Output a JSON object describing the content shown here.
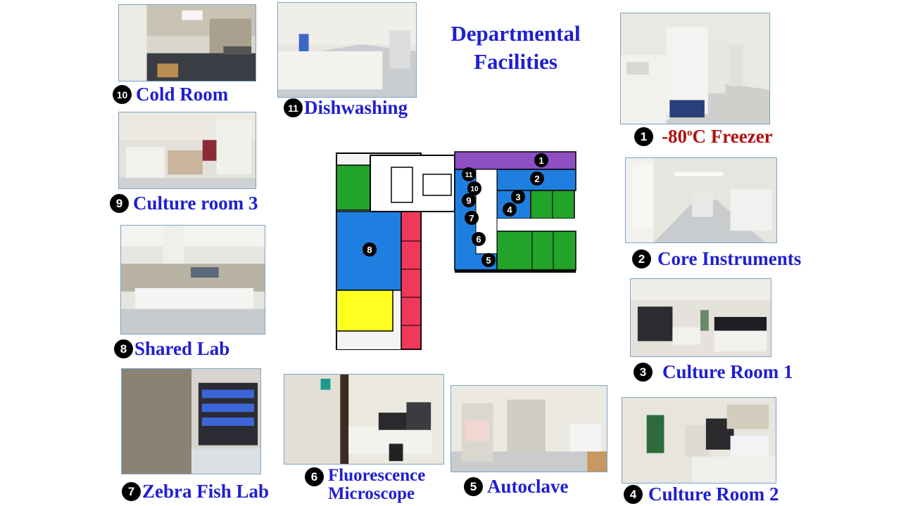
{
  "title": {
    "line1": "Departmental",
    "line2": "Facilities"
  },
  "facilities": [
    {
      "number": "1",
      "label": "-80",
      "sup": "o",
      "label_suffix": "C Freezer"
    },
    {
      "number": "2",
      "label": "Core Instruments"
    },
    {
      "number": "3",
      "label": "Culture Room 1"
    },
    {
      "number": "4",
      "label": "Culture Room 2"
    },
    {
      "number": "5",
      "label": "Autoclave"
    },
    {
      "number": "6",
      "label_line1": "Fluorescence",
      "label_line2": "Microscope"
    },
    {
      "number": "7",
      "label": "Zebra Fish Lab"
    },
    {
      "number": "8",
      "label": "Shared Lab"
    },
    {
      "number": "9",
      "label": "Culture room 3"
    },
    {
      "number": "10",
      "label": "Cold Room"
    },
    {
      "number": "11",
      "label": "Dishwashing"
    }
  ],
  "colors": {
    "title": "#1f1fd1",
    "label": "#1f1fd1",
    "freezer_label": "#b01010",
    "map_purple": "#8e4fc3",
    "map_blue": "#1f7fe0",
    "map_green": "#22a32a",
    "map_red": "#f0395a",
    "map_yellow": "#ffff22"
  }
}
